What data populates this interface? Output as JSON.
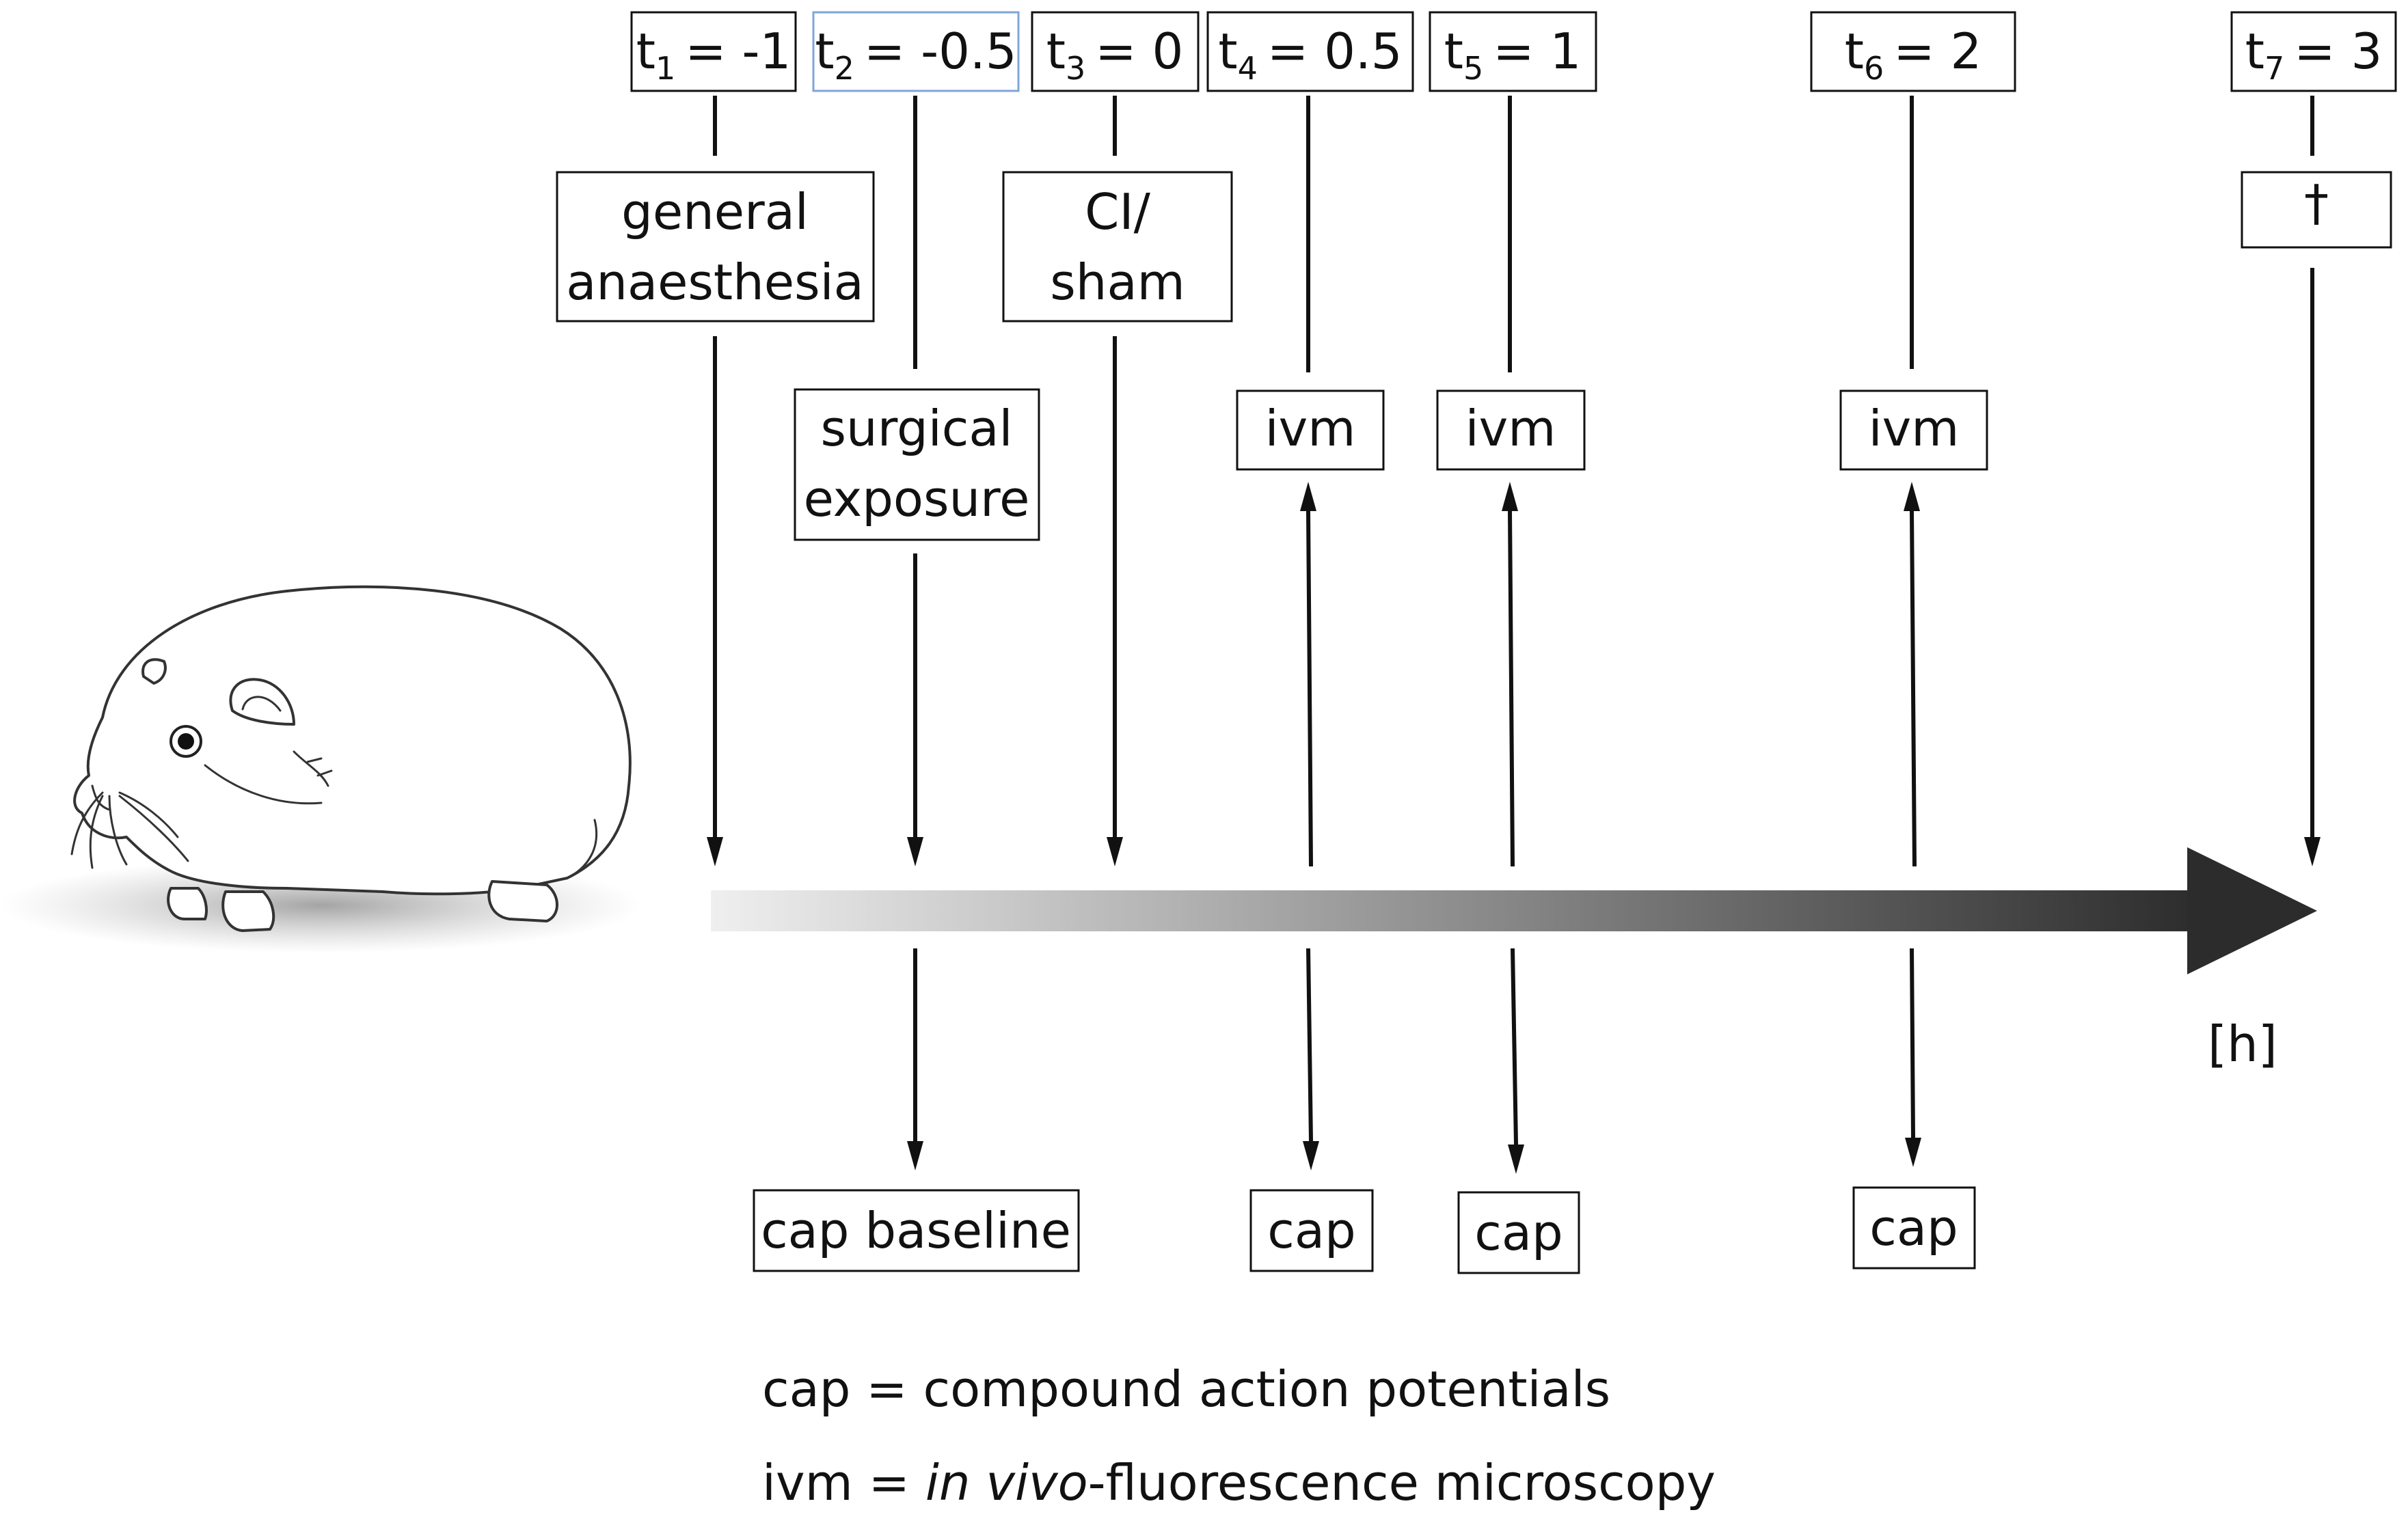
{
  "timepoints": [
    {
      "name": "t",
      "sub": "1",
      "value": "= -1"
    },
    {
      "name": "t",
      "sub": "2",
      "value": "= -0.5"
    },
    {
      "name": "t",
      "sub": "3",
      "value": "= 0"
    },
    {
      "name": "t",
      "sub": "4",
      "value": "= 0.5"
    },
    {
      "name": "t",
      "sub": "5",
      "value": "= 1"
    },
    {
      "name": "t",
      "sub": "6",
      "value": "= 2"
    },
    {
      "name": "t",
      "sub": "7",
      "value": "= 3"
    }
  ],
  "events": {
    "anaesthesia": [
      "general",
      "anaesthesia"
    ],
    "surgery": [
      "surgical",
      "exposure"
    ],
    "ci": [
      "CI/",
      "sham"
    ],
    "death": "†",
    "ivm": "ivm",
    "cap_baseline": "cap baseline",
    "cap": "cap"
  },
  "axis_unit": "[h]",
  "legend": {
    "cap": "cap = compound action potentials",
    "ivm_prefix": "ivm = ",
    "ivm_italic": "in vivo",
    "ivm_suffix": "-fluorescence microscopy"
  },
  "colors": {
    "arrow_start": "#efefef",
    "arrow_end": "#2c2c2c",
    "highlight_box": "#7fa6d8"
  }
}
